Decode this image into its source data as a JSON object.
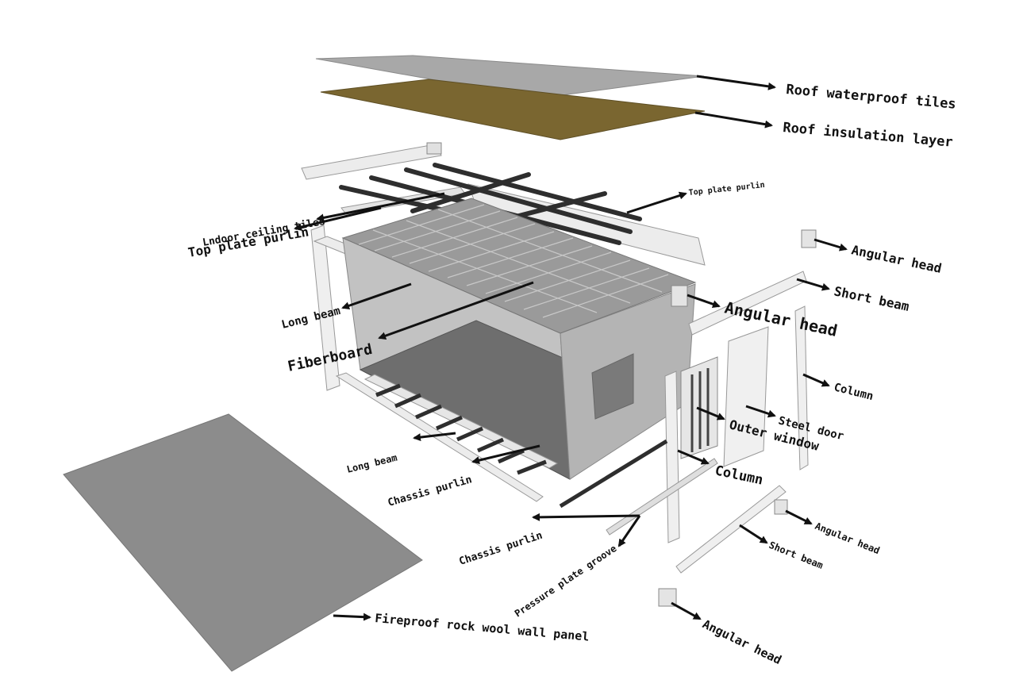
{
  "labels": {
    "roof_waterproof": "Roof waterproof tiles",
    "roof_insulation": "Roof insulation layer",
    "top_plate_purlin_right": "Top plate purlin",
    "indoor_ceiling": "Lndoor ceiling tiles",
    "top_plate_purlin_left": "Top plate purlin",
    "angular_head_top_right": "Angular head",
    "short_beam_top": "Short beam",
    "angular_head_middle": "Angular head",
    "long_beam_upper": "Long beam",
    "fiberboard": "Fiberboard",
    "column_right": "Column",
    "steel_door": "Steel door",
    "outer_window": "Outer window",
    "long_beam_lower": "Long beam",
    "chassis_purlin_inner": "Chassis purlin",
    "column_front": "Column",
    "angular_head_lower_right": "Angular head",
    "chassis_purlin_outer": "Chassis purlin",
    "short_beam_bottom": "Short beam",
    "pressure_plate_groove": "Pressure plate groove",
    "fireproof_wall_panel": "Fireproof rock wool wall panel",
    "angular_head_bottom": "Angular head"
  },
  "colors": {
    "roof_tile": "#a8a8a8",
    "insulation": "#7a6630",
    "wall_panel": "#8c8c8c",
    "frame_steel": "#ececec",
    "dark_purlin": "#3a3a3a",
    "container_wall": "#b8b8b8",
    "container_floor": "#6e6e6e"
  }
}
